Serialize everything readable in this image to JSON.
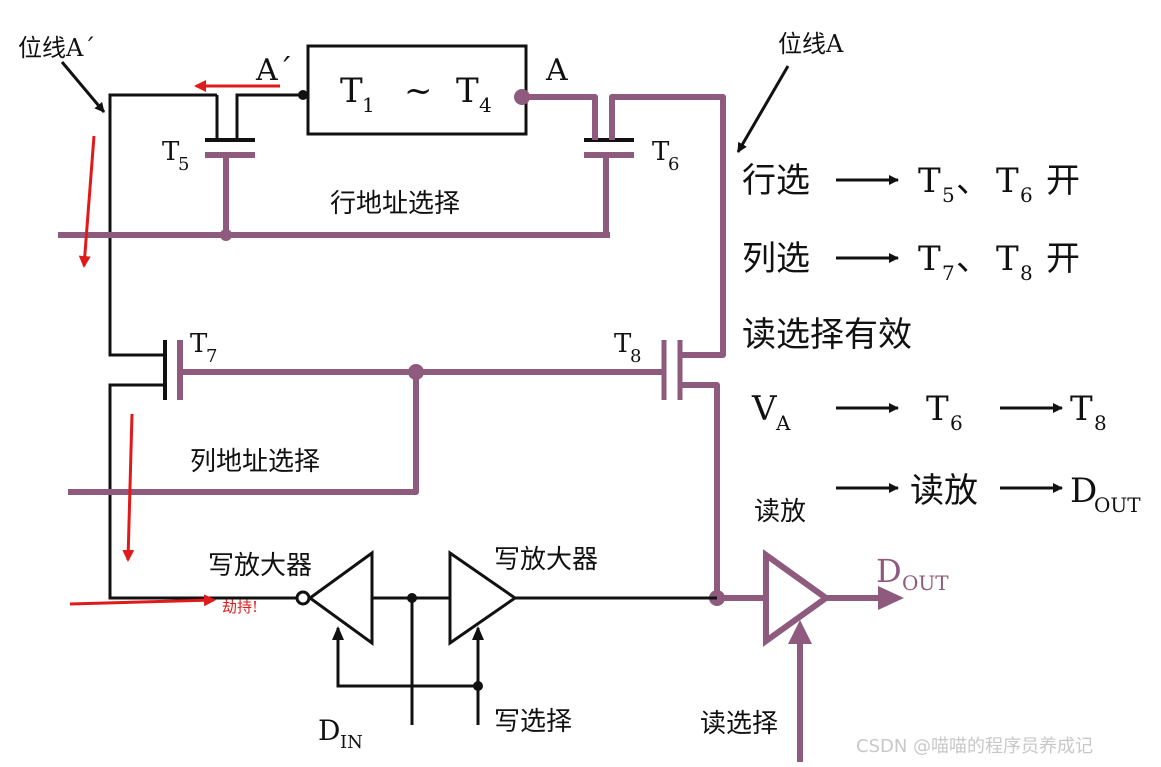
{
  "colors": {
    "accent": "#8e5a7e",
    "wire": "#111111",
    "annotation": "#e01a1a"
  },
  "labels": {
    "bitline_a_prime": "位线A´",
    "bitline_a": "位线A",
    "node_a_prime": "A´",
    "node_a": "A",
    "cell_block_t": "T",
    "cell_block_sub1": "1",
    "cell_block_tilde": "~",
    "cell_block_sub4": "4",
    "t5": "T",
    "t5_sub": "5",
    "t6": "T",
    "t6_sub": "6",
    "t7": "T",
    "t7_sub": "7",
    "t8": "T",
    "t8_sub": "8",
    "row_select": "行地址选择",
    "col_select": "列地址选择",
    "write_amp_left": "写放大器",
    "write_amp_right": "写放大器",
    "hijack": "劫持!",
    "din": "D",
    "din_sub": "IN",
    "write_select": "写选择",
    "read_amp": "读放",
    "dout": "D",
    "dout_sub": "OUT",
    "read_select": "读选择"
  },
  "notes": {
    "line1": {
      "a": "行选",
      "b": "T",
      "b_sub": "5",
      "sep": "、",
      "c": "T",
      "c_sub": "6",
      "d": "开"
    },
    "line2": {
      "a": "列选",
      "b": "T",
      "b_sub": "7",
      "sep": "、",
      "c": "T",
      "c_sub": "8",
      "d": "开"
    },
    "line3": {
      "a": "读选择有效"
    },
    "line4": {
      "a": "V",
      "a_sub": "A",
      "b": "T",
      "b_sub": "6",
      "c": "T",
      "c_sub": "8"
    },
    "line5": {
      "b": "读放",
      "c": "D",
      "c_sub": "OUT"
    }
  },
  "watermark": "CSDN @喵喵的程序员养成记"
}
